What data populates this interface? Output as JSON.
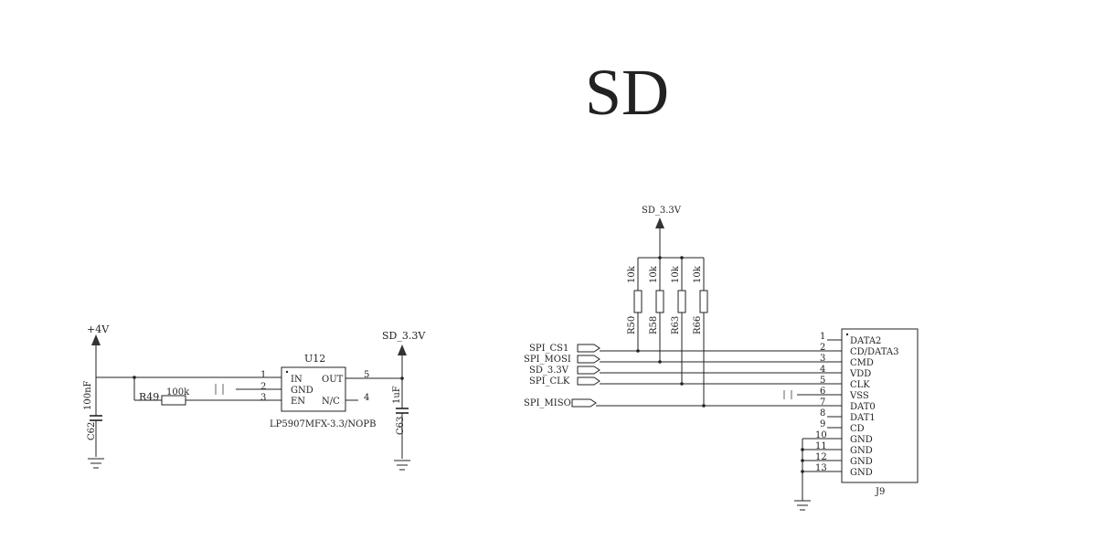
{
  "title": "SD",
  "ldo": {
    "power_in_label": "+4V",
    "power_out_label": "SD_3.3V",
    "ref": "U12",
    "part": "LP5907MFX-3.3/NOPB",
    "pins": [
      {
        "num": "1",
        "name": "IN"
      },
      {
        "num": "2",
        "name": "GND"
      },
      {
        "num": "3",
        "name": "EN"
      },
      {
        "num": "5",
        "name": "OUT"
      },
      {
        "num": "4",
        "name": "N/C"
      }
    ],
    "r49": {
      "ref": "R49",
      "value": "100k"
    },
    "c62": {
      "ref": "C62",
      "value": "100nF"
    },
    "c63": {
      "ref": "C63",
      "value": "1uF"
    }
  },
  "sd": {
    "power_label": "SD_3.3V",
    "pullups": [
      {
        "ref": "R50",
        "value": "10k"
      },
      {
        "ref": "R58",
        "value": "10k"
      },
      {
        "ref": "R63",
        "value": "10k"
      },
      {
        "ref": "R66",
        "value": "10k"
      }
    ],
    "nets": [
      "SPI_CS1",
      "SPI_MOSI",
      "SD_3.3V",
      "SPI_CLK",
      "SPI_MISO"
    ],
    "connector_ref": "J9",
    "connector_pins": [
      {
        "num": "1",
        "name": "DATA2"
      },
      {
        "num": "2",
        "name": "CD/DATA3"
      },
      {
        "num": "3",
        "name": "CMD"
      },
      {
        "num": "4",
        "name": "VDD"
      },
      {
        "num": "5",
        "name": "CLK"
      },
      {
        "num": "6",
        "name": "VSS"
      },
      {
        "num": "7",
        "name": "DAT0"
      },
      {
        "num": "8",
        "name": "DAT1"
      },
      {
        "num": "9",
        "name": "CD"
      },
      {
        "num": "10",
        "name": "GND"
      },
      {
        "num": "11",
        "name": "GND"
      },
      {
        "num": "12",
        "name": "GND"
      },
      {
        "num": "13",
        "name": "GND"
      }
    ]
  }
}
